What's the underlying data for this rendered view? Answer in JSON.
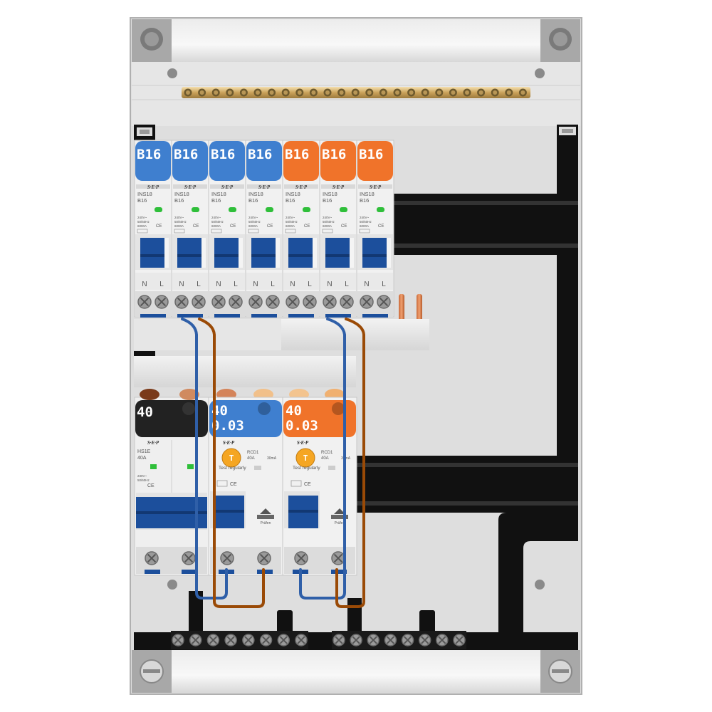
{
  "colors": {
    "blue": "#3f7fcf",
    "orange": "#f0732a",
    "black": "#222222",
    "toggle_blue": "#1c4f9c",
    "neutral_wire": "#2f5fa8",
    "live_wire": "#9a4a06",
    "indicator_green": "#2fbf3a",
    "test_button": "#f5a623"
  },
  "mcbs": [
    {
      "rating": "B16",
      "color": "blue",
      "brand": "S·E·P",
      "model": "INS18",
      "sub": "B16",
      "spec1": "240V~",
      "spec2": "50/60Hz",
      "spec3": "6000A",
      "terminal_n": "N",
      "terminal_l": "L"
    },
    {
      "rating": "B16",
      "color": "blue",
      "brand": "S·E·P",
      "model": "INS18",
      "sub": "B16",
      "spec1": "240V~",
      "spec2": "50/60Hz",
      "spec3": "6000A",
      "terminal_n": "N",
      "terminal_l": "L"
    },
    {
      "rating": "B16",
      "color": "blue",
      "brand": "S·E·P",
      "model": "INS18",
      "sub": "B16",
      "spec1": "240V~",
      "spec2": "50/60Hz",
      "spec3": "6000A",
      "terminal_n": "N",
      "terminal_l": "L"
    },
    {
      "rating": "B16",
      "color": "blue",
      "brand": "S·E·P",
      "model": "INS18",
      "sub": "B16",
      "spec1": "240V~",
      "spec2": "50/60Hz",
      "spec3": "6000A",
      "terminal_n": "N",
      "terminal_l": "L"
    },
    {
      "rating": "B16",
      "color": "orange",
      "brand": "S·E·P",
      "model": "INS18",
      "sub": "B16",
      "spec1": "240V~",
      "spec2": "50/60Hz",
      "spec3": "6000A",
      "terminal_n": "N",
      "terminal_l": "L"
    },
    {
      "rating": "B16",
      "color": "orange",
      "brand": "S·E·P",
      "model": "INS18",
      "sub": "B16",
      "spec1": "240V~",
      "spec2": "50/60Hz",
      "spec3": "6000A",
      "terminal_n": "N",
      "terminal_l": "L"
    },
    {
      "rating": "B16",
      "color": "orange",
      "brand": "S·E·P",
      "model": "INS18",
      "sub": "B16",
      "spec1": "240V~",
      "spec2": "50/60Hz",
      "spec3": "6000A",
      "terminal_n": "N",
      "terminal_l": "L"
    }
  ],
  "main_switch": {
    "rating": "40",
    "color": "black",
    "brand": "S·E·P",
    "model": "HS1E",
    "sub": "40A",
    "spec1": "230V~",
    "spec2": "50/60Hz"
  },
  "rcds": [
    {
      "rating": "40",
      "sensitivity": "0.03",
      "color": "blue",
      "brand": "S·E·P",
      "model": "RCD1",
      "sub": "40A",
      "trip": "30mA",
      "test_label": "Test regularly",
      "button_label": "Prüfen"
    },
    {
      "rating": "40",
      "sensitivity": "0.03",
      "color": "orange",
      "brand": "S·E·P",
      "model": "RCD1",
      "sub": "40A",
      "trip": "30mA",
      "test_label": "Test regularly",
      "button_label": "Prüfen"
    }
  ],
  "ce_mark": "CE",
  "test_symbol": "T"
}
